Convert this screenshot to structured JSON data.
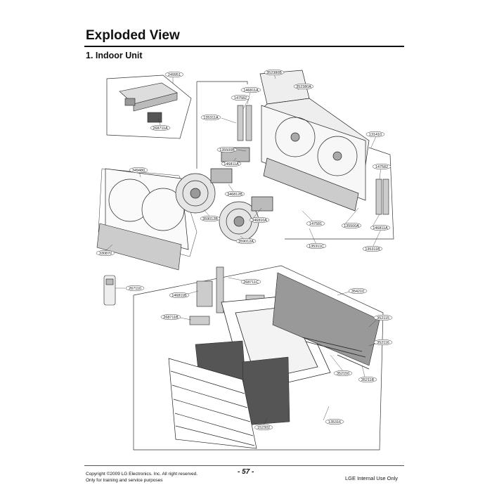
{
  "header": {
    "title": "Exploded View",
    "subtitle": "1. Indoor Unit"
  },
  "parts": {
    "p249951": "249951",
    "p268711A": "268711A",
    "p352380B": "352380B",
    "p352380A": "352380A",
    "p146811A_top": "146811A",
    "p147582_top": "147582",
    "p135311A": "135311A",
    "p131410": "131410",
    "p135500B": "135500B",
    "p146811A_mid": "146811A",
    "p147582_right": "147582",
    "p349480": "349480",
    "p346812B": "346812B",
    "p359012B": "359012B",
    "p346810A": "346810A",
    "p359012A": "359012A",
    "p147581": "147581",
    "p135500A": "135500A",
    "p146811A_right": "146811A",
    "p135311C": "135311C",
    "p135311B": "135311B",
    "p330870": "330870",
    "p267110": "267110",
    "p268711C": "268711C",
    "p146811B": "146811B",
    "p268711B": "268711B",
    "p354210": "354210",
    "p352115": "352115",
    "p352116": "352116",
    "p352150": "352150",
    "p35211B": "35211B",
    "p152302": "152302",
    "p135316": "135316"
  },
  "footer": {
    "copyright_line1": "Copyright ©2009 LG Electronics. Inc. All right reserved.",
    "copyright_line2": "Only for training and service purposes",
    "page_number": "- 57 -",
    "internal": "LGE Internal Use Only"
  }
}
